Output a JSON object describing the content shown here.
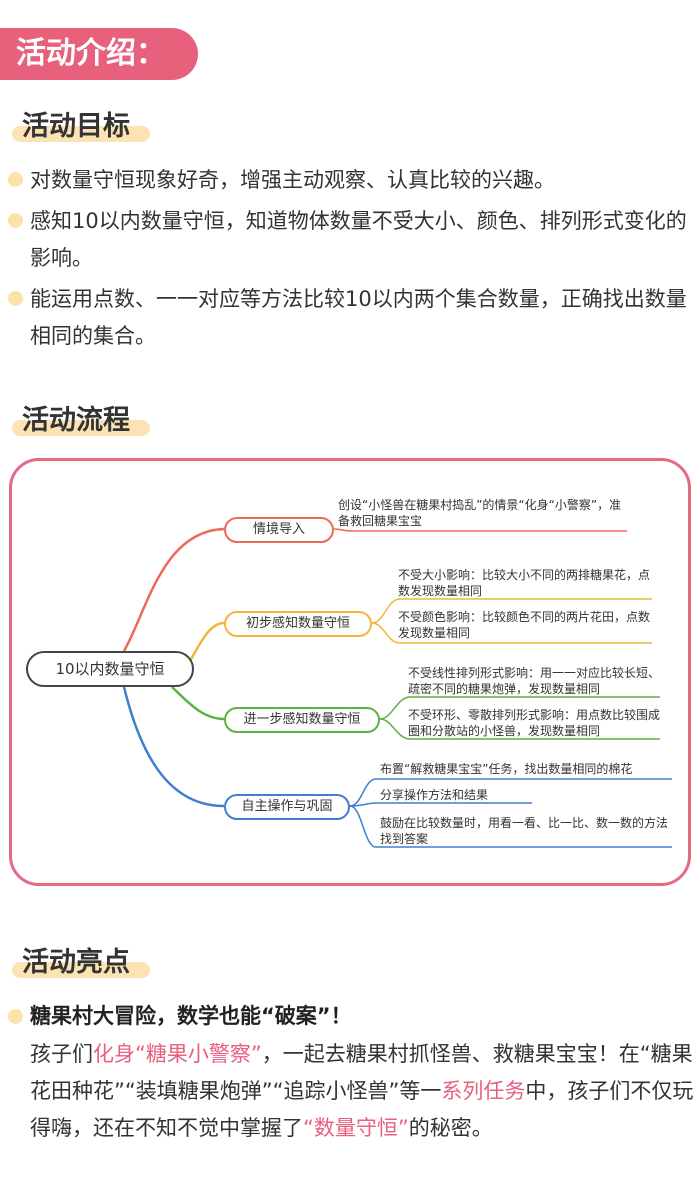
{
  "intro_label": "活动介绍：",
  "goals": {
    "title": "活动目标",
    "items": [
      "对数量守恒现象好奇，增强主动观察、认真比较的兴趣。",
      "感知10以内数量守恒，知道物体数量不受大小、颜色、排列形式变化的影响。",
      "能运用点数、一一对应等方法比较10以内两个集合数量，正确找出数量相同的集合。"
    ]
  },
  "flow": {
    "title": "活动流程",
    "root": "10以内数量守恒",
    "branches": [
      {
        "label": "情境导入",
        "color": "#ee6a55",
        "leaves": [
          "创设“小怪兽在糖果村捣乱”的情景“化身“小警察”，准备救回糖果宝宝"
        ]
      },
      {
        "label": "初步感知数量守恒",
        "color": "#f0b63d",
        "leaves": [
          "不受大小影响：比较大小不同的两排糖果花，点数发现数量相同",
          "不受颜色影响：比较颜色不同的两片花田，点数发现数量相同"
        ]
      },
      {
        "label": "进一步感知数量守恒",
        "color": "#5ab341",
        "leaves": [
          "不受线性排列形式影响：用一一对应比较长短、疏密不同的糖果炮弹，发现数量相同",
          "不受环形、零散排列形式影响：用点数比较围成圈和分散站的小怪兽，发现数量相同"
        ]
      },
      {
        "label": "自主操作与巩固",
        "color": "#3f7fd0",
        "leaves": [
          "布置“解救糖果宝宝”任务，找出数量相同的棉花",
          "分享操作方法和结果",
          "鼓励在比较数量时，用看一看、比一比、数一数的方法找到答案"
        ]
      }
    ]
  },
  "highlights": {
    "title": "活动亮点",
    "headline": "糖果村大冒险，数学也能“破案”！",
    "body": [
      {
        "text": "孩子们",
        "pink": false
      },
      {
        "text": "化身“糖果小警察”",
        "pink": true
      },
      {
        "text": "，一起去糖果村抓怪兽、救糖果宝宝！在“糖果花田种花”“装填糖果炮弹”“追踪小怪兽”等一",
        "pink": false
      },
      {
        "text": "系列任务",
        "pink": true
      },
      {
        "text": "中，孩子们不仅玩得嗨，还在不知不觉中掌握了",
        "pink": false
      },
      {
        "text": "“数量守恒”",
        "pink": true
      },
      {
        "text": "的秘密。",
        "pink": false
      }
    ]
  }
}
